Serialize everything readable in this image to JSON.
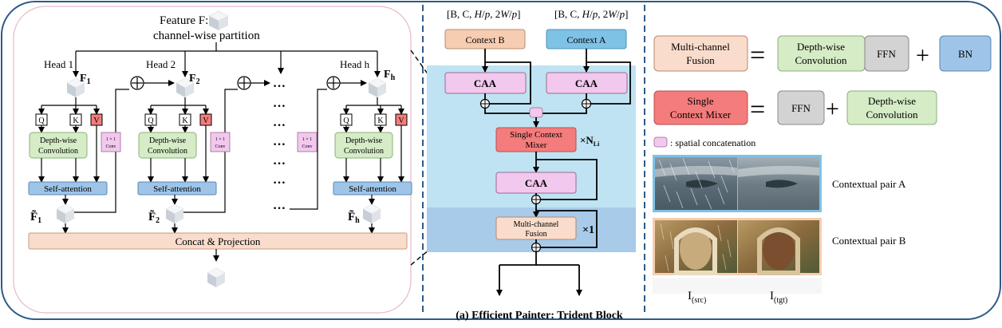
{
  "left": {
    "feature_label": "Feature F:",
    "partition_label": "channel-wise partition",
    "head1": "Head 1",
    "head2": "Head 2",
    "headh": "Head h",
    "f1": "F",
    "f1_sub": "1",
    "f2": "F",
    "f2_sub": "2",
    "fh": "F",
    "fh_sub": "h",
    "q": "Q",
    "k": "K",
    "v": "V",
    "dw_line1": "Depth-wise",
    "dw_line2": "Convolution",
    "self_attention": "Self-attention",
    "conv_line1": "1 × 1",
    "conv_line2": "Conv",
    "ft1": "F̃",
    "ft1_sub": "1",
    "ft2": "F̃",
    "ft2_sub": "2",
    "fth": "F̃",
    "fth_sub": "h",
    "concat": "Concat & Projection",
    "dots": "…",
    "vdots": "…"
  },
  "middle": {
    "shape_b": "[B, C, H/p, 2W/p]",
    "shape_a": "[B, C, H/p, 2W/p]",
    "context_b": "Context B",
    "context_a": "Context A",
    "caa": "CAA",
    "scm_line1": "Single Context",
    "scm_line2": "Mixer",
    "times_n": "×N",
    "times_n_sub": "Li",
    "mcf_line1": "Multi-channel",
    "mcf_line2": "Fusion",
    "times_1": "×1",
    "caption": "(a) Efficient Painter: Trident Block"
  },
  "right": {
    "mcf_line1": "Multi-channel",
    "mcf_line2": "Fusion",
    "equals": "=",
    "plus": "+",
    "dw_line1": "Depth-wise",
    "dw_line2": "Convolution",
    "ffn": "FFN",
    "bn": "BN",
    "scm_line1": "Single",
    "scm_line2": "Context Mixer",
    "legend_text": ": spatial concatenation",
    "pair_a": "Contextual pair A",
    "pair_b": "Contextual pair B",
    "i_src": "I",
    "i_src_sub": "(src)",
    "i_tgt": "I",
    "i_tgt_sub": "(tgt)"
  },
  "colors": {
    "border": "#2d5a88",
    "context_b": "#f6cdb0",
    "context_a": "#7ec2e6",
    "caa": "#f2c8ee",
    "red_box": "#f47c7c",
    "green_box": "#d5ecc6",
    "blue_box": "#9ec5e8",
    "salmon": "#f9dccb",
    "gray_box": "#d3d3d3",
    "light_blue_bg": "#bfe3f2",
    "mid_blue_bg": "#a7cbe8"
  }
}
